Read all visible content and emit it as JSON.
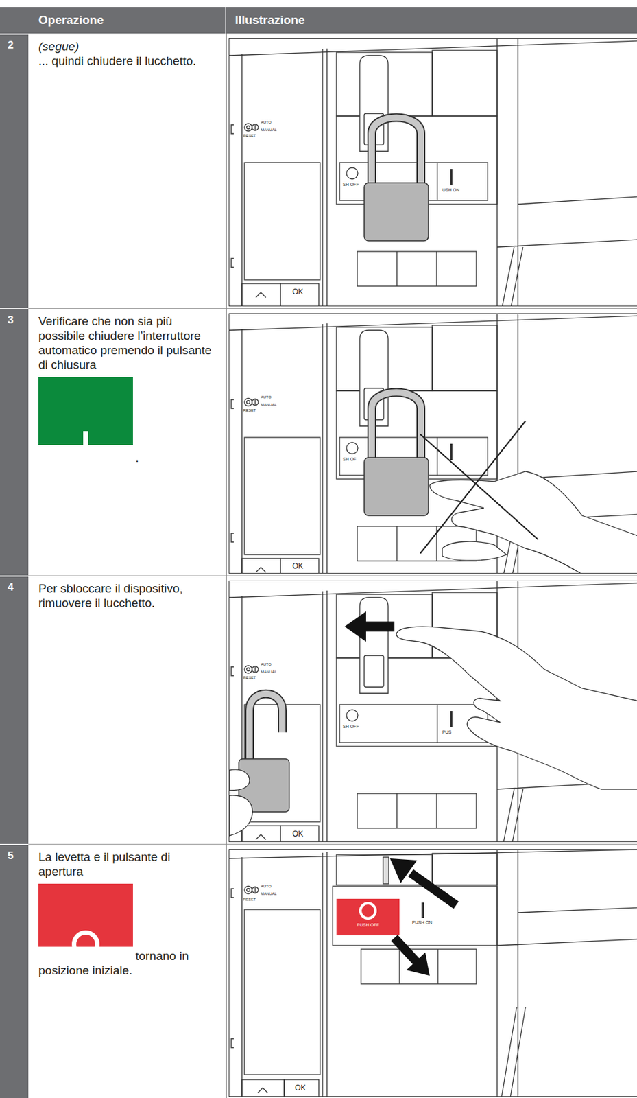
{
  "diagram": {
    "nodes": [
      {
        "text": [
          "PUSH ON"
        ]
      },
      {
        "text": [
          "PUSH OFF"
        ]
      },
      {
        "text": [
          "PUSH OFF"
        ]
      }
    ],
    "labels": [
      "Operazione",
      "Illustrazione",
      "2",
      "(segue)",
      "... quindi chiudere il lucchetto.",
      "AUTO",
      "MANUAL",
      "RESET",
      "SH OFF",
      "USH ON",
      "OK",
      "3",
      "Verificare che non sia più possibile chiudere l’interruttore automatico premendo il pulsante di chiusura",
      ".",
      "AUTO",
      "MANUAL",
      "RESET",
      "SH OF",
      "OK",
      "4",
      "Per sbloccare il dispositivo, rimuovere il lucchetto.",
      "AUTO",
      "MANUAL",
      "RESET",
      "SH OFF",
      "PUS",
      "OK",
      "5",
      "La levetta e il pulsante di apertura",
      "tornano in posizione iniziale.",
      "AUTO",
      "MANUAL",
      "RESET",
      "PUSH ON",
      "OK"
    ]
  }
}
